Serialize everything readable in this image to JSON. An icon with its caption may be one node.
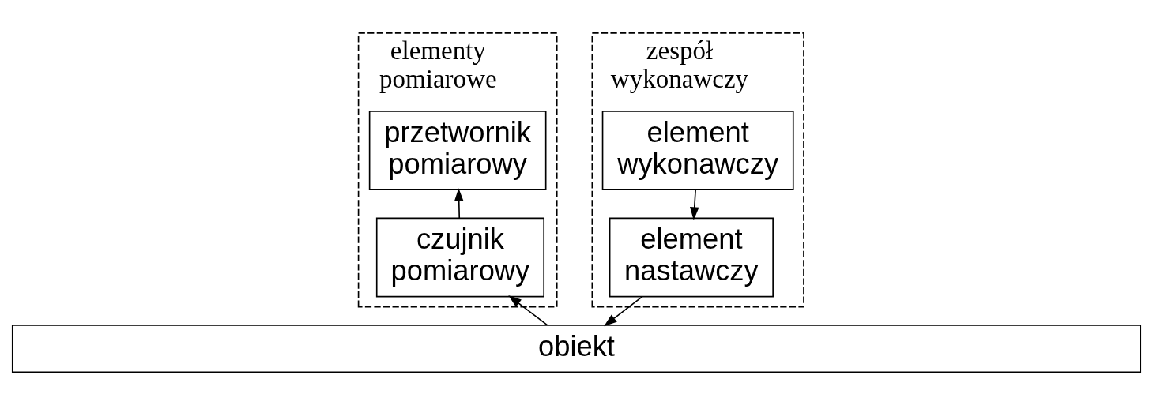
{
  "diagram": {
    "nodes": [
      {
        "text": [
          "elementy pomiarowe"
        ]
      },
      {
        "text": [
          "przetwornik pomiarowy"
        ],
        "in": 0
      },
      {
        "text": [
          "czujnik pomiarowy"
        ],
        "in": 0
      },
      {
        "text": [
          "zespół wykonawczy"
        ]
      },
      {
        "text": [
          "element wykonawczy"
        ],
        "in": 3
      },
      {
        "text": [
          "element nastawczy"
        ],
        "in": 3
      },
      {
        "text": [
          "obiekt"
        ]
      }
    ],
    "edges": [
      {
        "from": 2,
        "to": 1,
        "arrow": "to"
      },
      {
        "from": 6,
        "to": 2,
        "arrow": "to"
      },
      {
        "from": 4,
        "to": 5,
        "arrow": "to"
      },
      {
        "from": 5,
        "to": 6,
        "arrow": "to"
      }
    ]
  }
}
